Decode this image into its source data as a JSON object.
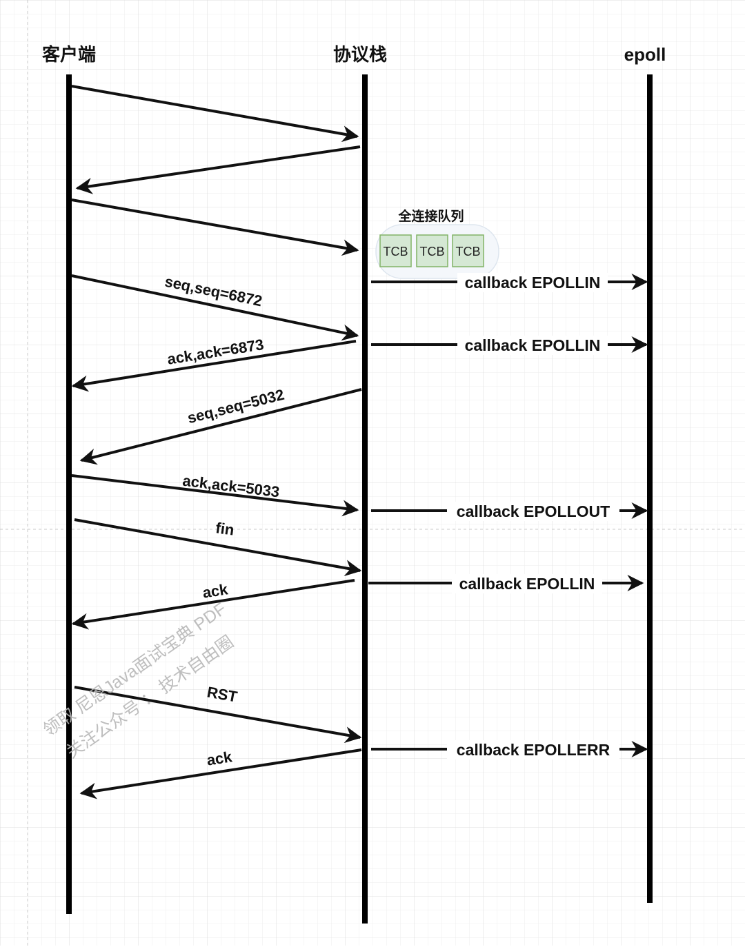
{
  "lanes": {
    "client": "客户端",
    "stack": "协议栈",
    "epoll": "epoll"
  },
  "queue": {
    "title": "全连接队列",
    "items": [
      "TCB",
      "TCB",
      "TCB"
    ]
  },
  "messages": {
    "seq1": "seq,seq=6872",
    "ack1": "ack,ack=6873",
    "seq2": "seq,seq=5032",
    "ack2": "ack,ack=5033",
    "fin": "fin",
    "ack3": "ack",
    "rst": "RST",
    "ack4": "ack"
  },
  "callbacks": {
    "cb1": "callback EPOLLIN",
    "cb2": "callback EPOLLIN",
    "cb3": "callback EPOLLOUT",
    "cb4": "callback EPOLLIN",
    "cb5": "callback EPOLLERR"
  },
  "watermark": {
    "line1": "领取 尼恩Java面试宝典 PDF",
    "line2": "关注公众号 ：  技术自由圈"
  },
  "colors": {
    "tcb_fill": "#d5e8d4",
    "tcb_stroke": "#82b366",
    "queue_fill": "#f4f7fb",
    "queue_stroke": "#dde5ee",
    "grid": "#e6e6e6"
  }
}
